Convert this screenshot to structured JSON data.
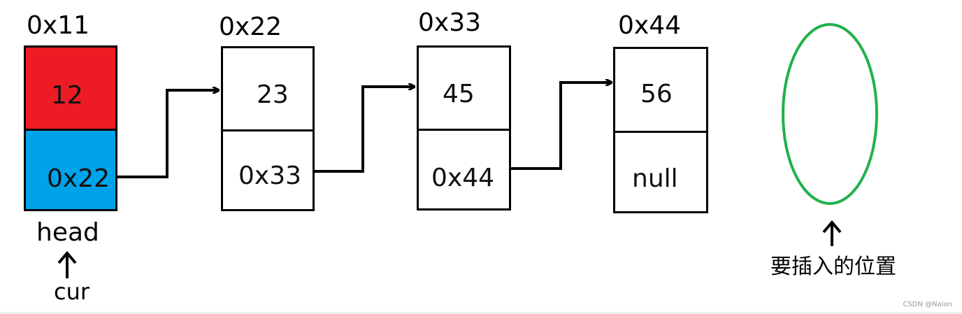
{
  "nodes": [
    {
      "address": "0x11",
      "data": "12",
      "next": "0x22"
    },
    {
      "address": "0x22",
      "data": "23",
      "next": "0x33"
    },
    {
      "address": "0x33",
      "data": "45",
      "next": "0x44"
    },
    {
      "address": "0x44",
      "data": "56",
      "next": "null"
    }
  ],
  "labels": {
    "head": "head",
    "cur": "cur",
    "insert_position": "要插入的位置"
  },
  "colors": {
    "head_data_fill": "#ed1c24",
    "head_next_fill": "#00a2e8",
    "insert_ellipse": "#22b14c"
  },
  "watermark": "CSDN @Naion"
}
